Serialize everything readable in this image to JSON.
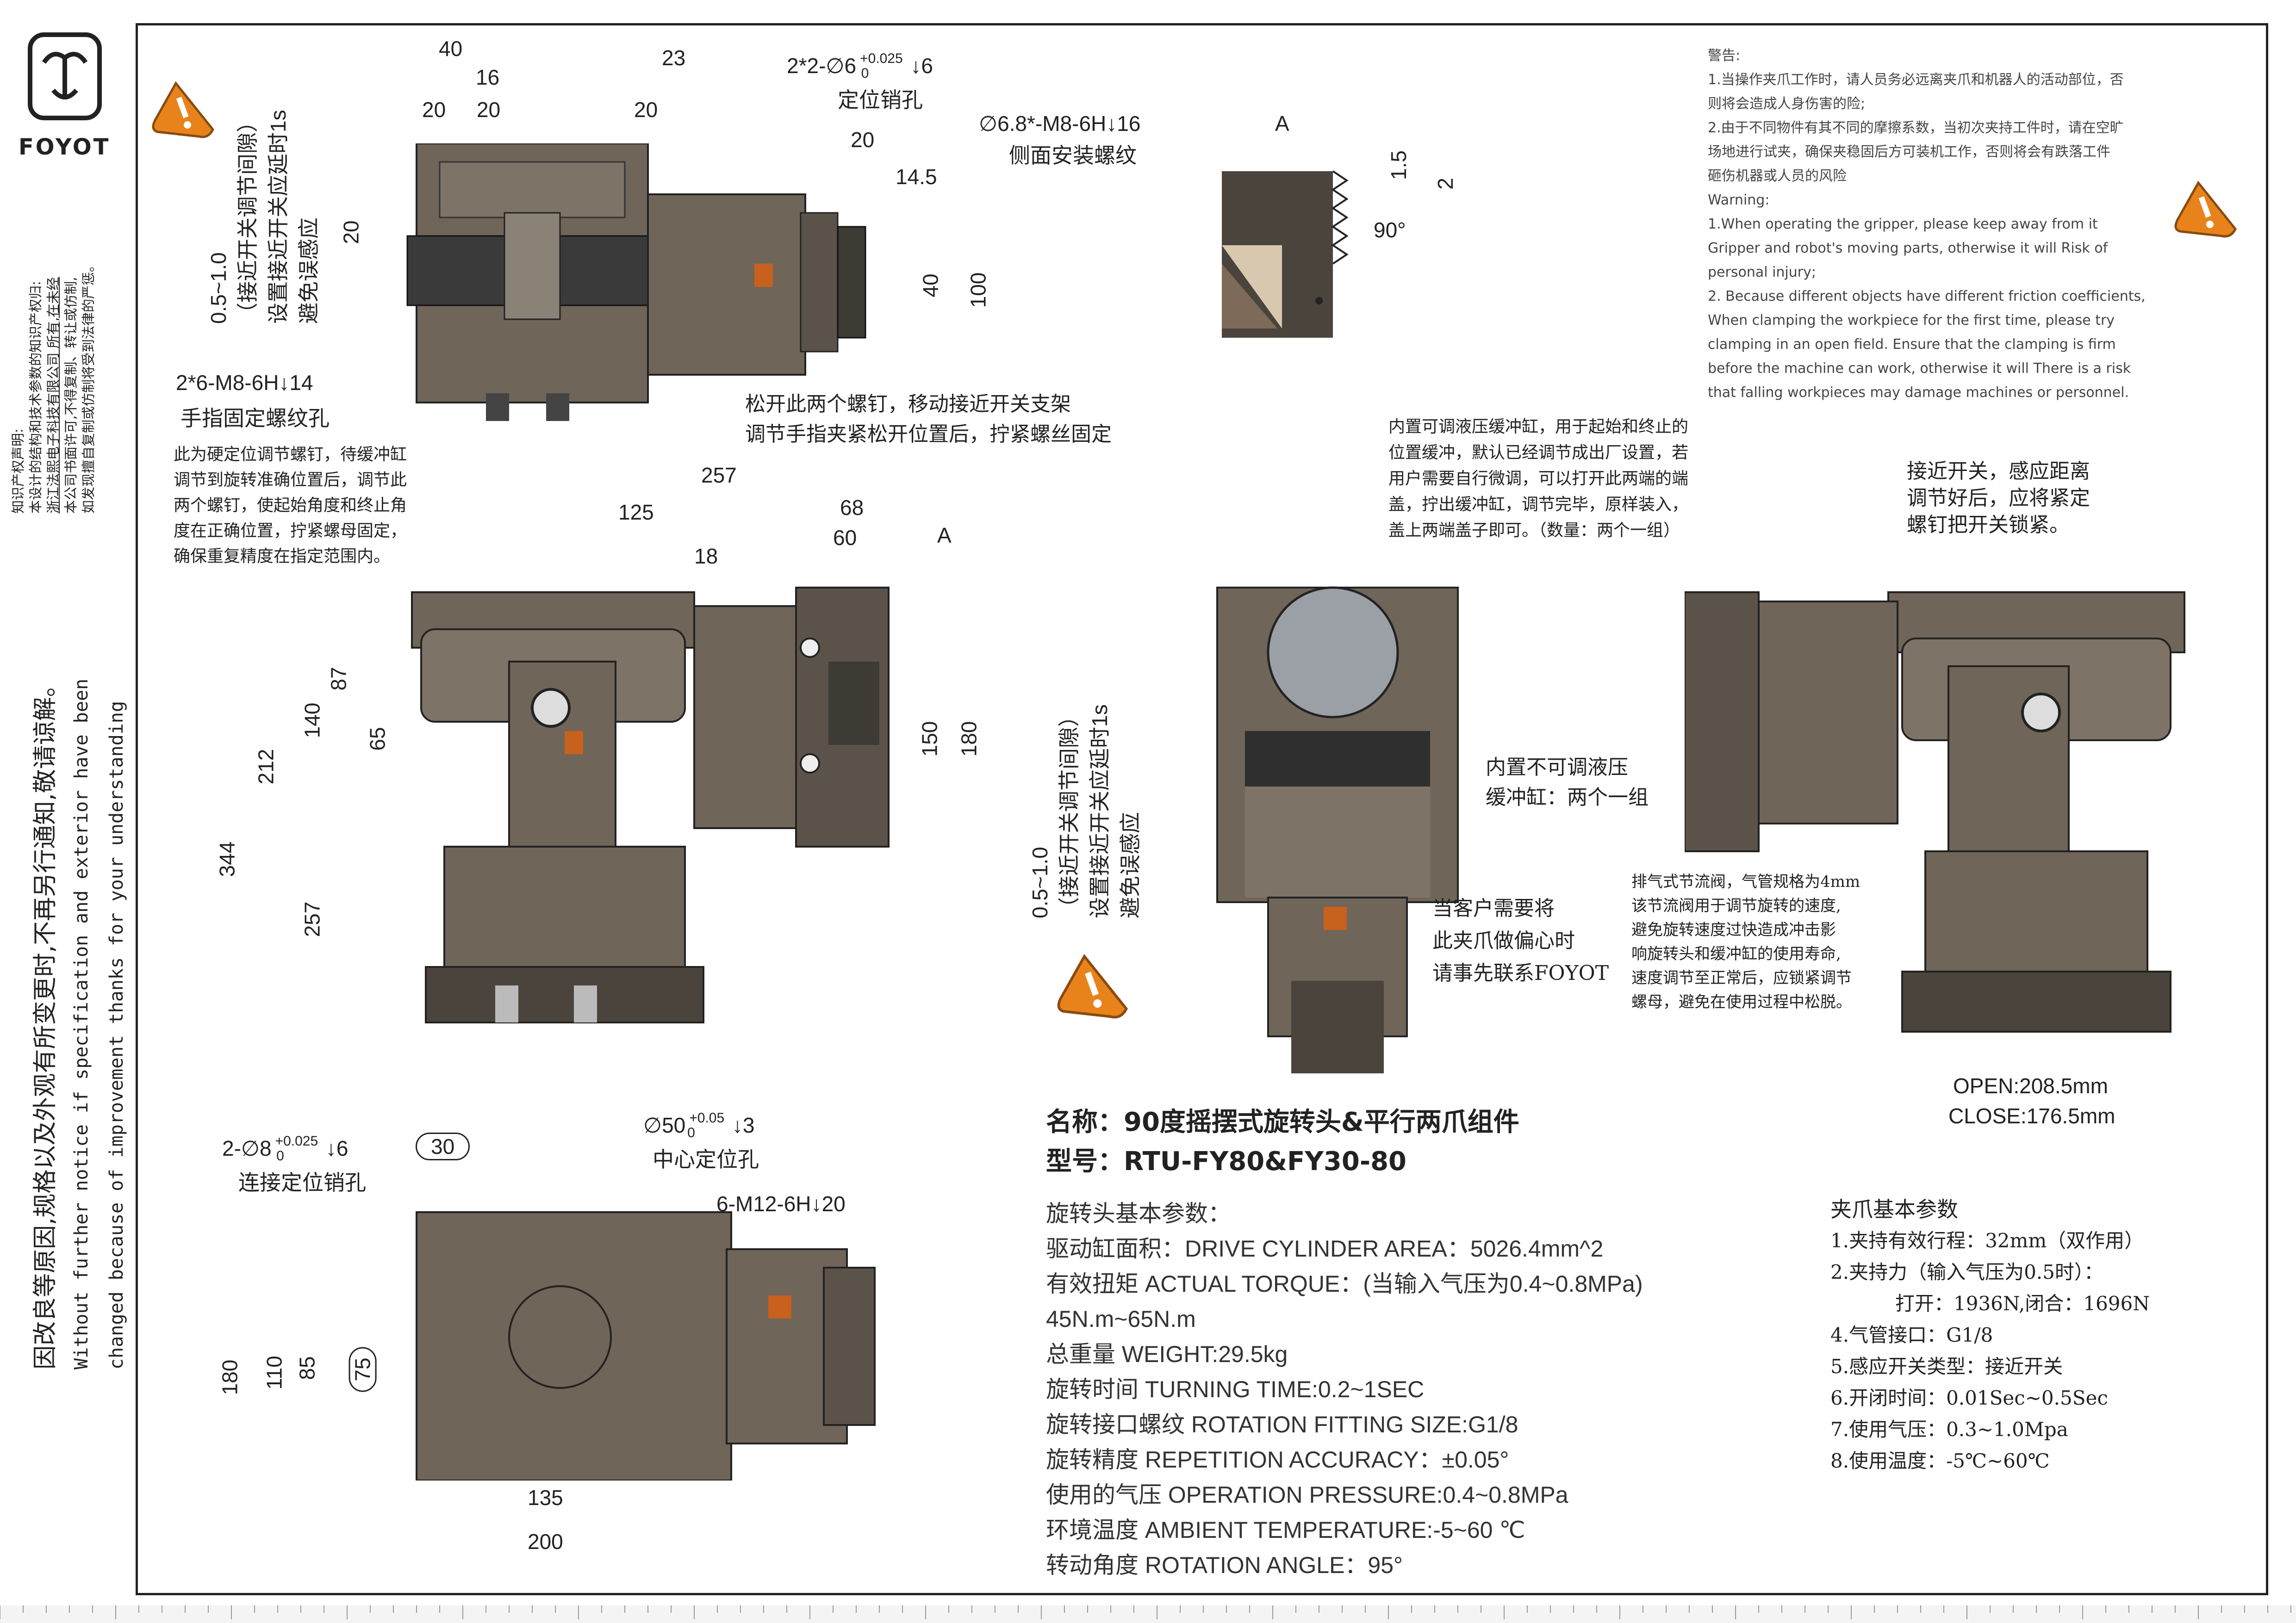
{
  "logo": {
    "brand": "FOYOT"
  },
  "ip_notice": {
    "title": "知识产权声明:",
    "lines": [
      "本设计的结构和技术参数的知识产权归:",
      "浙江法熙电子科技有限公司 所有,在未经",
      "本公司书面许可,不得复制、转让或仿制,",
      "如发现擅自复制或仿制将受到法律的严惩。"
    ]
  },
  "improvement_notice": {
    "cn": "因改良等原因,规格以及外观有所变更时,不再另行通知,敬请谅解。",
    "en_1": "Without further  notice if specification and exterior have been",
    "en_2": "changed because of improvement thanks for your understanding"
  },
  "top_view": {
    "dims": [
      "40",
      "16",
      "20",
      "20",
      "23",
      "20",
      "20",
      "14.5",
      "40",
      "100",
      "20"
    ],
    "pin_hole_label": "2*2-∅6",
    "pin_hole_tol_upper": "+0.025",
    "pin_hole_tol_lower": "0",
    "pin_hole_depth": "↓6",
    "pin_hole_desc": "定位销孔",
    "side_thread": "∅6.8*-M8-6H↓16",
    "side_thread_desc": "侧面安装螺纹",
    "finger_thread": "2*6-M8-6H↓14",
    "finger_thread_desc": "手指固定螺纹孔",
    "sensor_gap_1": "0.5~1.0",
    "sensor_gap_2": "（接近开关调节间隙）",
    "sensor_gap_3": "设置接近开关应延时1s",
    "sensor_gap_4": "避免误感应",
    "loosen_note_1": "松开此两个螺钉，移动接近开关支架",
    "loosen_note_2": "调节手指夹紧松开位置后，拧紧螺丝固定"
  },
  "detail_a": {
    "label": "A",
    "dim_1": "1.5",
    "dim_2": "2",
    "angle": "90°"
  },
  "warnings": {
    "title": "警告:",
    "cn_1": "1.当操作夹爪工作时，请人员务必远离夹爪和机器人的活动部位，否",
    "cn_2": "则将会造成人身伤害的险;",
    "cn_3": "2.由于不同物件有其不同的摩擦系数，当初次夹持工件时，请在空旷",
    "cn_4": "场地进行试夹，确保夹稳固后方可装机工作，否则将会有跌落工件",
    "cn_5": "砸伤机器或人员的风险",
    "en_title": "Warning:",
    "en_1": "1.When operating the gripper, please keep away from it",
    "en_2": "Gripper and robot's moving parts, otherwise it will Risk of",
    "en_3": "personal injury;",
    "en_4": "2. Because different objects have different friction coefficients,",
    "en_5": "When clamping the workpiece for the first time, please try",
    "en_6": "clamping in an open field. Ensure that the clamping is firm",
    "en_7": "before the machine can work, otherwise it will There is a risk",
    "en_8": "that falling workpieces may damage machines or personnel."
  },
  "front_view": {
    "dims": [
      "257",
      "125",
      "68",
      "60",
      "18",
      "87",
      "140",
      "65",
      "212",
      "344",
      "257",
      "150",
      "180"
    ],
    "detail_ref": "A",
    "stop_note_1": "此为硬定位调节螺钉，待缓冲缸",
    "stop_note_2": "调节到旋转准确位置后，调节此",
    "stop_note_3": "两个螺钉，使起始角度和终止角",
    "stop_note_4": "度在正确位置，拧紧螺母固定，",
    "stop_note_5": "确保重复精度在指定范围内。"
  },
  "side_view": {
    "buffer_note_1": "内置可调液压缓冲缸，用于起始和终止的",
    "buffer_note_2": "位置缓冲，默认已经调节成出厂设置，若",
    "buffer_note_3": "用户需要自行微调，可以打开此两端的端",
    "buffer_note_4": "盖，拧出缓冲缸，调节完毕，原样装入，",
    "buffer_note_5": "盖上两端盖子即可。（数量：两个一组）",
    "fixed_buffer_1": "内置不可调液压",
    "fixed_buffer_2": "缓冲缸：两个一组",
    "sensor_gap_1": "0.5~1.0",
    "sensor_gap_2": "（接近开关调节间隙）",
    "sensor_gap_3": "设置接近开关应延时1s",
    "sensor_gap_4": "避免误感应",
    "eccentric_1": "当客户需要将",
    "eccentric_2": "此夹爪做偏心时",
    "eccentric_3": "请事先联系FOYOT"
  },
  "right_view": {
    "sensor_note_1": "接近开关，感应距离",
    "sensor_note_2": "调节好后，应将紧定",
    "sensor_note_3": "螺钉把开关锁紧。",
    "throttle_1": "排气式节流阀，气管规格为4mm",
    "throttle_2": "该节流阀用于调节旋转的速度,",
    "throttle_3": "避免旋转速度过快造成冲击影",
    "throttle_4": "响旋转头和缓冲缸的使用寿命,",
    "throttle_5": "速度调节至正常后，应锁紧调节",
    "throttle_6": "螺母，避免在使用过程中松脱。",
    "open": "OPEN:208.5mm",
    "close": "CLOSE:176.5mm"
  },
  "bottom_view": {
    "pin_label": "2-∅8",
    "pin_tol_upper": "+0.025",
    "pin_tol_lower": "0",
    "pin_depth": "↓6",
    "pin_pcd": "30",
    "pin_desc": "连接定位销孔",
    "center_label": "∅50",
    "center_tol_upper": "+0.05",
    "center_tol_lower": "0",
    "center_depth": "↓3",
    "center_desc": "中心定位孔",
    "thread": "6-M12-6H↓20",
    "dims": [
      "180",
      "110",
      "85",
      "75",
      "135",
      "200"
    ]
  },
  "title_block": {
    "name": "名称：90度摇摆式旋转头&平行两爪组件",
    "model": "型号：RTU-FY80&FY30-80"
  },
  "rotary_specs": {
    "heading": "旋转头基本参数：",
    "lines": [
      "驱动缸面积：DRIVE CYLINDER AREA：5026.4mm^2",
      "有效扭矩 ACTUAL TORQUE：(当输入气压为0.4~0.8MPa)",
      "45N.m~65N.m",
      "总重量 WEIGHT:29.5kg",
      "旋转时间 TURNING TIME:0.2~1SEC",
      "旋转接口螺纹 ROTATION FITTING SIZE:G1/8",
      "旋转精度 REPETITION ACCURACY：±0.05°",
      "使用的气压 OPERATION PRESSURE:0.4~0.8MPa",
      "环境温度 AMBIENT TEMPERATURE:-5~60 ℃",
      "转动角度 ROTATION ANGLE：95°"
    ]
  },
  "claw_specs": {
    "heading": "夹爪基本参数",
    "lines": [
      "1.夹持有效行程：32mm（双作用）",
      "2.夹持力（输入气压为0.5时）：",
      "      打开：1936N,闭合：1696N",
      "4.气管接口：G1/8",
      "5.感应开关类型：接近开关",
      "6.开闭时间：0.01Sec~0.5Sec",
      "7.使用气压：0.3~1.0Mpa",
      "8.使用温度：-5℃~60℃"
    ]
  },
  "colors": {
    "body": "#6f6558",
    "body_dark": "#4a443c",
    "jaw": "#3a3a3a",
    "label": "#c8601e",
    "warning_icon": "#e8831c"
  }
}
